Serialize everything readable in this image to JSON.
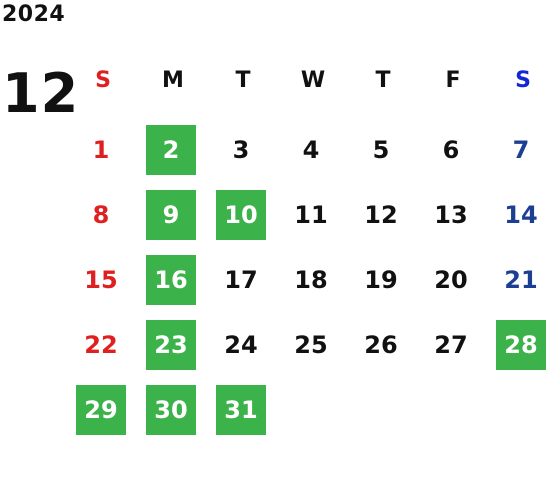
{
  "year": "2024",
  "month": "12",
  "colors": {
    "sunday": "#e02020",
    "saturday": "#1c3f94",
    "saturday_header": "#1426d6",
    "weekday": "#111111",
    "holiday_bg": "#3cb34a",
    "holiday_text": "#ffffff"
  },
  "weekdays": [
    "S",
    "M",
    "T",
    "W",
    "T",
    "F",
    "S"
  ],
  "weeks": [
    [
      {
        "day": "1",
        "holiday": false
      },
      {
        "day": "2",
        "holiday": true
      },
      {
        "day": "3",
        "holiday": false
      },
      {
        "day": "4",
        "holiday": false
      },
      {
        "day": "5",
        "holiday": false
      },
      {
        "day": "6",
        "holiday": false
      },
      {
        "day": "7",
        "holiday": false
      }
    ],
    [
      {
        "day": "8",
        "holiday": false
      },
      {
        "day": "9",
        "holiday": true
      },
      {
        "day": "10",
        "holiday": true
      },
      {
        "day": "11",
        "holiday": false
      },
      {
        "day": "12",
        "holiday": false
      },
      {
        "day": "13",
        "holiday": false
      },
      {
        "day": "14",
        "holiday": false
      }
    ],
    [
      {
        "day": "15",
        "holiday": false
      },
      {
        "day": "16",
        "holiday": true
      },
      {
        "day": "17",
        "holiday": false
      },
      {
        "day": "18",
        "holiday": false
      },
      {
        "day": "19",
        "holiday": false
      },
      {
        "day": "20",
        "holiday": false
      },
      {
        "day": "21",
        "holiday": false
      }
    ],
    [
      {
        "day": "22",
        "holiday": false
      },
      {
        "day": "23",
        "holiday": true
      },
      {
        "day": "24",
        "holiday": false
      },
      {
        "day": "25",
        "holiday": false
      },
      {
        "day": "26",
        "holiday": false
      },
      {
        "day": "27",
        "holiday": false
      },
      {
        "day": "28",
        "holiday": true
      }
    ],
    [
      {
        "day": "29",
        "holiday": true
      },
      {
        "day": "30",
        "holiday": true
      },
      {
        "day": "31",
        "holiday": true
      },
      null,
      null,
      null,
      null
    ]
  ]
}
